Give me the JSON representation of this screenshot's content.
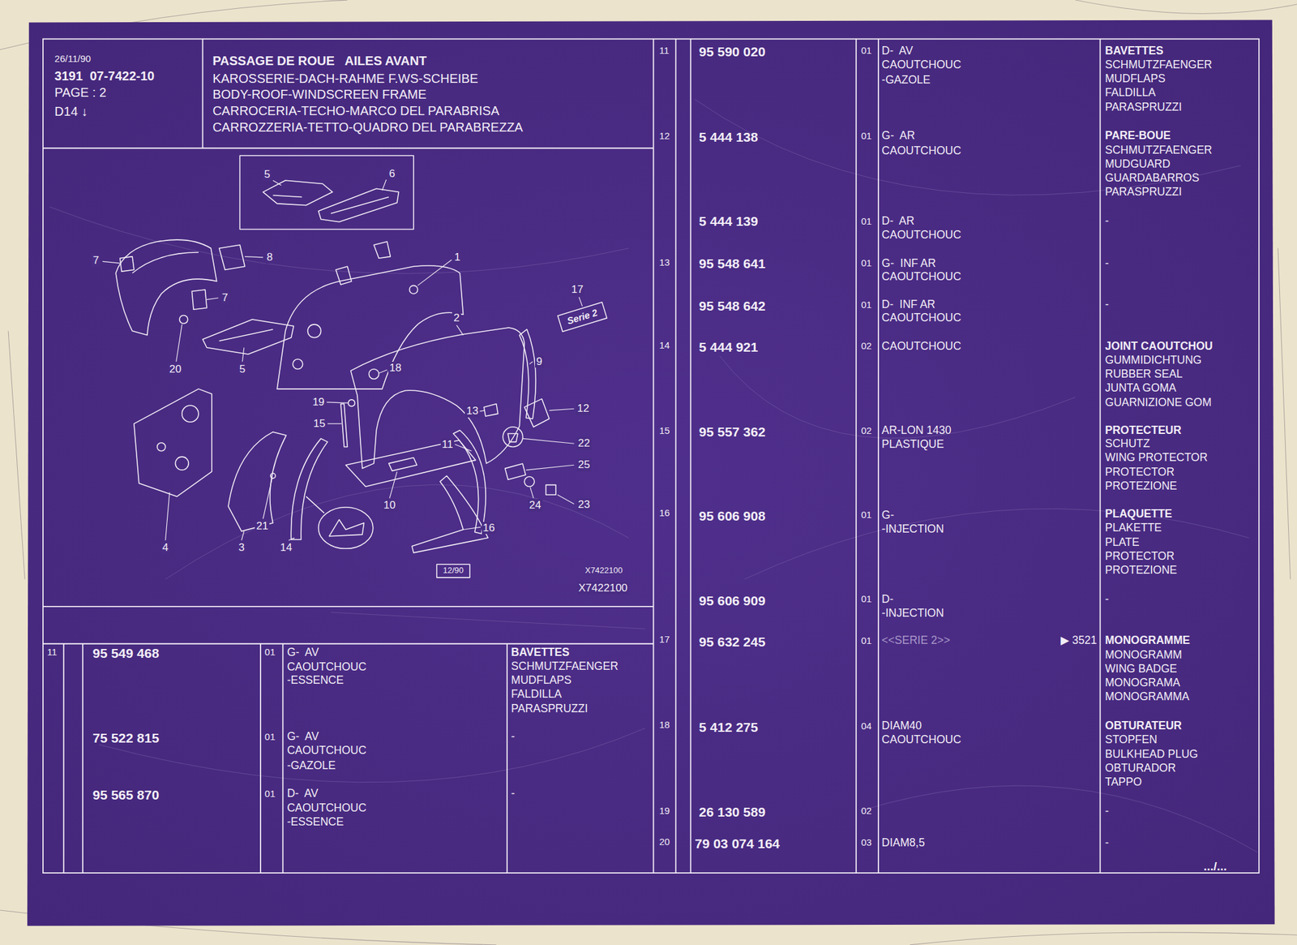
{
  "diagram": {
    "nodes": [
      {
        "text": [
          "26/11/90",
          "3191  07-7422-10",
          "PAGE : 2",
          "D14 ↓"
        ]
      },
      {
        "text": [
          "PASSAGE DE ROUE   AILES AVANT",
          "KAROSSERIE-DACH-RAHME F.WS-SCHEIBE",
          "BODY-ROOF-WINDSCREEN FRAME",
          "CARROCERIA-TECHO-MARCO DEL PARABRISA",
          "CARROZZERIA-TETTO-QUADRO DEL PARABREZZA"
        ]
      }
    ],
    "labels": [
      "5",
      "6",
      "7",
      "8",
      "1",
      "7",
      "17",
      "Serie 2",
      "2",
      "9",
      "20",
      "5",
      "18",
      "19",
      "15",
      "13",
      "12",
      "11",
      "22",
      "25",
      "24",
      "23",
      "10",
      "16",
      "21",
      "4",
      "3",
      "14",
      "12/90",
      "X7422100",
      "X7422100",
      "11",
      "95 549 468",
      "01",
      "G-  AV",
      "CAOUTCHOUC",
      "-ESSENCE",
      "BAVETTES",
      "SCHMUTZFAENGER",
      "MUDFLAPS",
      "FALDILLA",
      "PARASPRUZZI",
      "75 522 815",
      "01",
      "G-  AV",
      "CAOUTCHOUC",
      "-GAZOLE",
      "-",
      "95 565 870",
      "01",
      "D-  AV",
      "CAOUTCHOUC",
      "-ESSENCE",
      "-",
      "11",
      "95 590 020",
      "01",
      "D-  AV",
      "CAOUTCHOUC",
      "-GAZOLE",
      "BAVETTES",
      "SCHMUTZFAENGER",
      "MUDFLAPS",
      "FALDILLA",
      "PARASPRUZZI",
      "12",
      "5 444 138",
      "01",
      "G-  AR",
      "CAOUTCHOUC",
      "PARE-BOUE",
      "SCHMUTZFAENGER",
      "MUDGUARD",
      "GUARDABARROS",
      "PARASPRUZZI",
      "5 444 139",
      "01",
      "D-  AR",
      "CAOUTCHOUC",
      "-",
      "13",
      "95 548 641",
      "01",
      "G-  INF AR",
      "CAOUTCHOUC",
      "-",
      "95 548 642",
      "01",
      "D-  INF AR",
      "CAOUTCHOUC",
      "-",
      "14",
      "5 444 921",
      "02",
      "CAOUTCHOUC",
      "JOINT CAOUTCHOU",
      "GUMMIDICHTUNG",
      "RUBBER SEAL",
      "JUNTA GOMA",
      "GUARNIZIONE GOM",
      "15",
      "95 557 362",
      "02",
      "AR-LON 1430",
      "PLASTIQUE",
      "PROTECTEUR",
      "SCHUTZ",
      "WING PROTECTOR",
      "PROTECTOR",
      "PROTEZIONE",
      "16",
      "95 606 908",
      "01",
      "G-",
      "-INJECTION",
      "PLAQUETTE",
      "PLAKETTE",
      "PLATE",
      "PROTECTOR",
      "PROTEZIONE",
      "95 606 909",
      "01",
      "D-",
      "-INJECTION",
      "-",
      "17",
      "95 632 245",
      "01",
      "<<SERIE 2>>",
      "▶ 3521",
      "MONOGRAMME",
      "MONOGRAMM",
      "WING BADGE",
      "MONOGRAMA",
      "MONOGRAMMA",
      "18",
      "5 412 275",
      "04",
      "DIAM40",
      "CAOUTCHOUC",
      "OBTURATEUR",
      "STOPFEN",
      "BULKHEAD PLUG",
      "OBTURADOR",
      "TAPPO",
      "19",
      "26 130 589",
      "02",
      "-",
      "20",
      "79 03 074 164",
      "03",
      "DIAM8,5",
      "-",
      ".../..."
    ]
  }
}
